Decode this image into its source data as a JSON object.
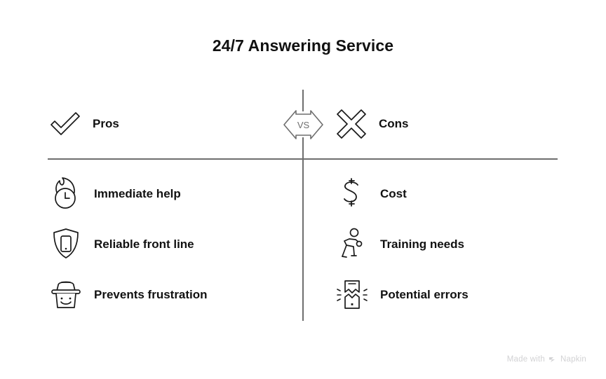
{
  "title": "24/7 Answering Service",
  "divider": {
    "vs_label": "VS",
    "accent_color": "#6e6e6e"
  },
  "columns": {
    "left": {
      "header_label": "Pros",
      "header_icon": "check-icon"
    },
    "right": {
      "header_label": "Cons",
      "header_icon": "cross-icon"
    }
  },
  "rows": [
    {
      "left": {
        "label": "Immediate help",
        "icon": "flame-clock-icon"
      },
      "right": {
        "label": "Cost",
        "icon": "dollar-sign-icon"
      }
    },
    {
      "left": {
        "label": "Reliable front line",
        "icon": "shield-phone-icon"
      },
      "right": {
        "label": "Training needs",
        "icon": "running-person-icon"
      }
    },
    {
      "left": {
        "label": "Prevents frustration",
        "icon": "smiling-bucket-icon"
      },
      "right": {
        "label": "Potential errors",
        "icon": "broken-phone-icon"
      }
    }
  ],
  "watermark": {
    "prefix": "Made with",
    "brand": "Napkin",
    "color": "#d2d2d4"
  }
}
